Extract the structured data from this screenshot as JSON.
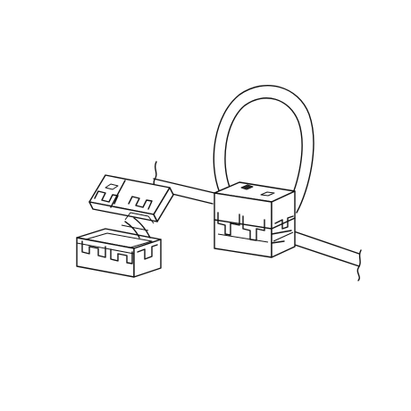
{
  "figure": {
    "stroke_color": "#111111",
    "background_color": "#ffffff",
    "parts": [
      "open-clamp-ferrite",
      "closed-clamp-ferrite",
      "cable",
      "cable-loop"
    ]
  }
}
